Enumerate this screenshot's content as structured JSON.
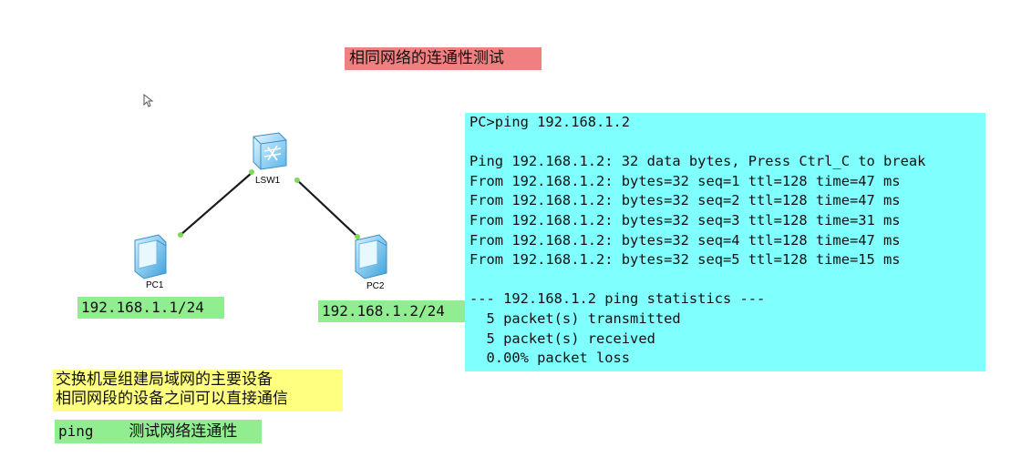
{
  "title": "相同网络的连通性测试",
  "topology": {
    "switch_label": "LSW1",
    "pc1_label": "PC1",
    "pc2_label": "PC2",
    "pc1_ip": "192.168.1.1/24",
    "pc2_ip": "192.168.1.2/24",
    "link_color": "#1a1a1a",
    "port_color": "#7ed957"
  },
  "console": {
    "background": "#80ffff",
    "lines": [
      "PC>ping 192.168.1.2",
      "",
      "Ping 192.168.1.2: 32 data bytes, Press Ctrl_C to break",
      "From 192.168.1.2: bytes=32 seq=1 ttl=128 time=47 ms",
      "From 192.168.1.2: bytes=32 seq=2 ttl=128 time=47 ms",
      "From 192.168.1.2: bytes=32 seq=3 ttl=128 time=31 ms",
      "From 192.168.1.2: bytes=32 seq=4 ttl=128 time=47 ms",
      "From 192.168.1.2: bytes=32 seq=5 ttl=128 time=15 ms",
      "",
      "--- 192.168.1.2 ping statistics ---",
      "  5 packet(s) transmitted",
      "  5 packet(s) received",
      "  0.00% packet loss"
    ]
  },
  "notes": {
    "line1": "交换机是组建局域网的主要设备",
    "line2": "相同网段的设备之间可以直接通信"
  },
  "ping_note": {
    "command": "ping",
    "description": "测试网络连通性"
  }
}
